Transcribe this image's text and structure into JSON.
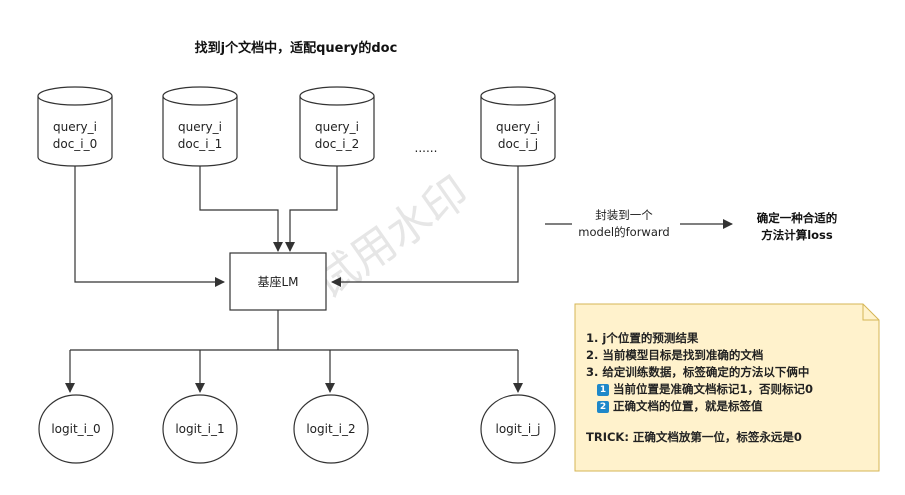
{
  "title": "找到j个文档中，适配query的doc",
  "docs": [
    {
      "line1": "query_i",
      "line2": "doc_i_0"
    },
    {
      "line1": "query_i",
      "line2": "doc_i_1"
    },
    {
      "line1": "query_i",
      "line2": "doc_i_2"
    },
    {
      "line1": "query_i",
      "line2": "doc_i_j"
    }
  ],
  "ellipsis": "......",
  "model_label": "基座LM",
  "logits": [
    "logit_i_0",
    "logit_i_1",
    "logit_i_2",
    "logit_i_j"
  ],
  "wrap": {
    "line1": "封装到一个",
    "line2": "model的forward"
  },
  "result": {
    "line1": "确定一种合适的",
    "line2": "方法计算loss"
  },
  "watermark": "试用水印",
  "note": {
    "line1": "1.  j个位置的预测结果",
    "line2": "2. 当前模型目标是找到准确的文档",
    "line3": "3. 给定训练数据，标签确定的方法以下俩中",
    "badge1": "1",
    "sub1": "当前位置是准确文档标记1，否则标记0",
    "badge2": "2",
    "sub2": "正确文档的位置，就是标签值",
    "trick": "TRICK: 正确文档放第一位，标签永远是0"
  },
  "colors": {
    "note_fill": "#fff2cc",
    "note_stroke": "#d6b656",
    "stroke": "#333333",
    "badge": "#1e88c9"
  }
}
